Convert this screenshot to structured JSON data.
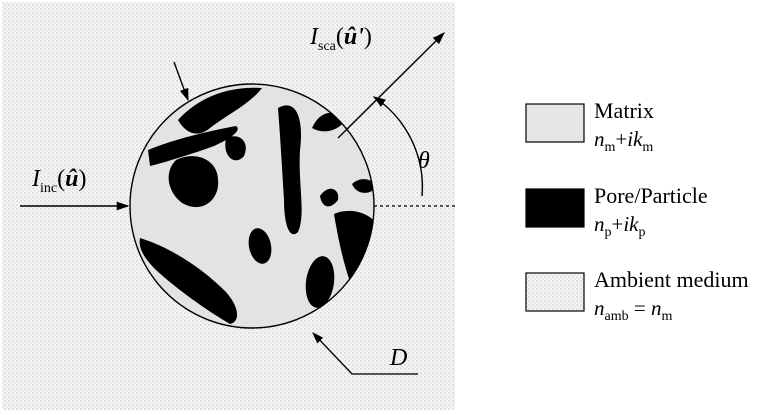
{
  "diagram": {
    "incident": {
      "symbol": "I",
      "subscript": "inc",
      "argument": "û",
      "open": "(",
      "close": ")"
    },
    "scattered": {
      "symbol": "I",
      "subscript": "sca",
      "argument": "û'",
      "open": "(",
      "close": ")"
    },
    "angle_label": "θ",
    "diameter_label": "D"
  },
  "legend": [
    {
      "name": "Matrix",
      "swatch_fill": "#e6e6e6",
      "formula": {
        "n": "n",
        "n_sub": "m",
        "plus": "+",
        "ik": "ik",
        "k_sub": "m"
      }
    },
    {
      "name": "Pore/Particle",
      "swatch_fill": "#000000",
      "formula": {
        "n": "n",
        "n_sub": "p",
        "plus": "+",
        "ik": "ik",
        "k_sub": "p"
      }
    },
    {
      "name": "Ambient medium",
      "swatch_fill": "#ececec",
      "formula": {
        "n": "n",
        "n_sub": "amb",
        "eq": " = ",
        "n2": "n",
        "n2_sub": "m"
      }
    }
  ],
  "colors": {
    "matrix": "#e3e3e3",
    "pore": "#000000",
    "ambient_dots": "#9a9a9a",
    "ambient_bg": "#f4f4f4"
  }
}
